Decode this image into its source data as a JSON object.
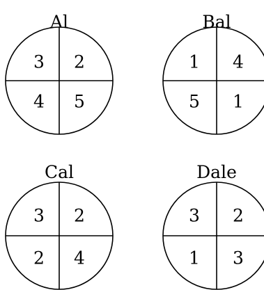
{
  "diagram": {
    "circles": [
      {
        "name": "Al",
        "quadrants": {
          "top_left": "3",
          "top_right": "2",
          "bottom_left": "4",
          "bottom_right": "5"
        }
      },
      {
        "name": "Bal",
        "quadrants": {
          "top_left": "1",
          "top_right": "4",
          "bottom_left": "5",
          "bottom_right": "1"
        }
      },
      {
        "name": "Cal",
        "quadrants": {
          "top_left": "3",
          "top_right": "2",
          "bottom_left": "2",
          "bottom_right": "4"
        }
      },
      {
        "name": "Dale",
        "quadrants": {
          "top_left": "3",
          "top_right": "2",
          "bottom_left": "1",
          "bottom_right": "3"
        }
      }
    ]
  }
}
